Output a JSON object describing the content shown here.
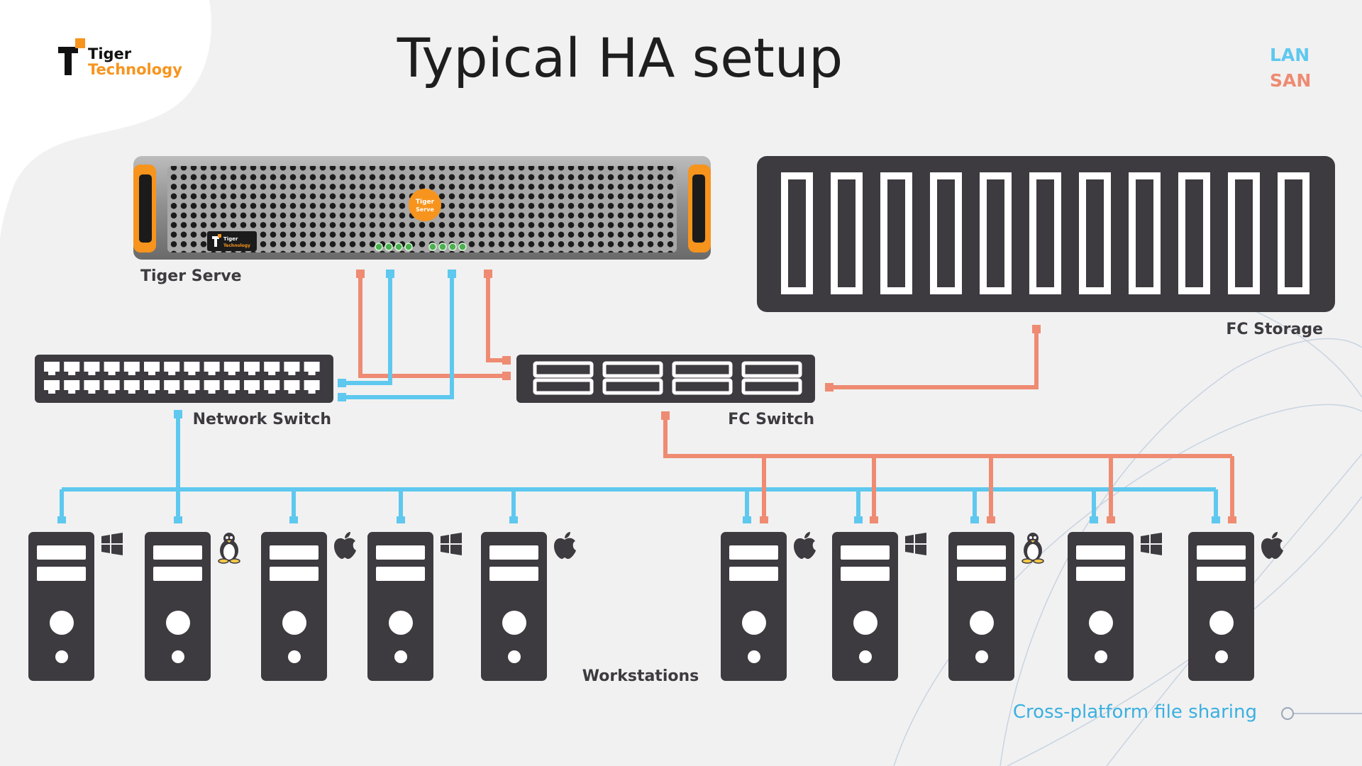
{
  "title": "Typical HA setup",
  "logo": {
    "line1": "Tiger",
    "line2": "Technology",
    "badge_line1": "Tiger",
    "badge_line2": "Serve"
  },
  "legend": [
    {
      "label": "LAN",
      "color": "#5ec8ef"
    },
    {
      "label": "SAN",
      "color": "#ee8b72"
    }
  ],
  "devices": {
    "server": "Tiger Serve",
    "storage": "FC Storage",
    "network_switch": "Network Switch",
    "fc_switch": "FC Switch",
    "workstations": "Workstations"
  },
  "workstations": [
    {
      "os": "windows-icon",
      "lan": true,
      "san": false
    },
    {
      "os": "linux-icon",
      "lan": true,
      "san": false
    },
    {
      "os": "apple-icon",
      "lan": true,
      "san": false
    },
    {
      "os": "windows-icon",
      "lan": true,
      "san": false
    },
    {
      "os": "apple-icon",
      "lan": true,
      "san": false
    },
    {
      "os": "apple-icon",
      "lan": true,
      "san": true
    },
    {
      "os": "windows-icon",
      "lan": true,
      "san": true
    },
    {
      "os": "linux-icon",
      "lan": true,
      "san": true
    },
    {
      "os": "windows-icon",
      "lan": true,
      "san": true
    },
    {
      "os": "apple-icon",
      "lan": true,
      "san": true
    }
  ],
  "footer": {
    "tagline": "Cross-platform file sharing"
  },
  "colors": {
    "device": "#3d3a40",
    "accent": "#f7941d",
    "lan": "#5ec8ef",
    "san": "#ee8b72",
    "text": "#3d3a40",
    "tagline": "#3ab0e0"
  }
}
